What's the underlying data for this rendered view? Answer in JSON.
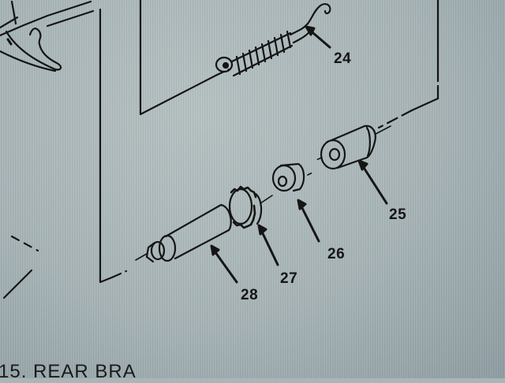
{
  "diagram": {
    "callouts": [
      {
        "id": "24",
        "label": "24",
        "part": "spring"
      },
      {
        "id": "25",
        "label": "25",
        "part": "socket"
      },
      {
        "id": "26",
        "label": "26",
        "part": "washer"
      },
      {
        "id": "27",
        "label": "27",
        "part": "adjusting-nut"
      },
      {
        "id": "28",
        "label": "28",
        "part": "adjusting-screw"
      }
    ],
    "caption": "15. REAR BRA"
  },
  "colors": {
    "screen_background": "#a9b6b7",
    "line_art": "#151515"
  }
}
